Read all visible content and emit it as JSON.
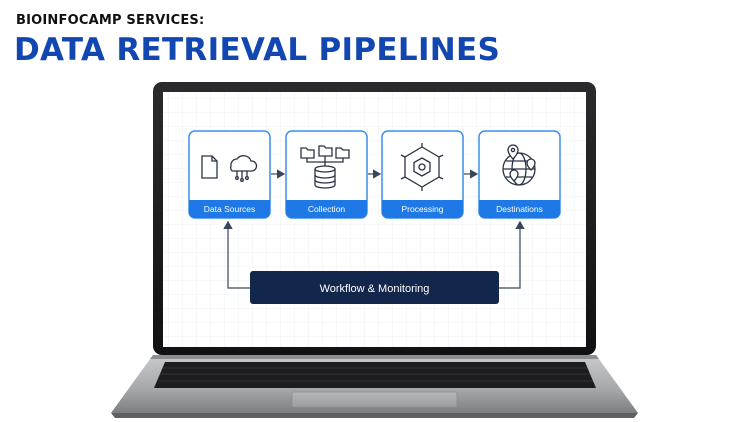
{
  "header": {
    "kicker": "BIOINFOCAMP SERVICES:",
    "title": "DATA RETRIEVAL PIPELINES"
  },
  "diagram": {
    "stages": [
      {
        "label": "Data Sources",
        "icon": "document-and-cloud-icon"
      },
      {
        "label": "Collection",
        "icon": "folders-and-database-icon"
      },
      {
        "label": "Processing",
        "icon": "hexagon-chip-icon"
      },
      {
        "label": "Destinations",
        "icon": "globe-with-pins-icon"
      }
    ],
    "workflow_label": "Workflow & Monitoring"
  },
  "colors": {
    "title_blue": "#1246b0",
    "stage_blue": "#1e78e6",
    "stage_border": "#3f8fe8",
    "workflow_bg": "#13264b",
    "arrow": "#3a4658"
  }
}
